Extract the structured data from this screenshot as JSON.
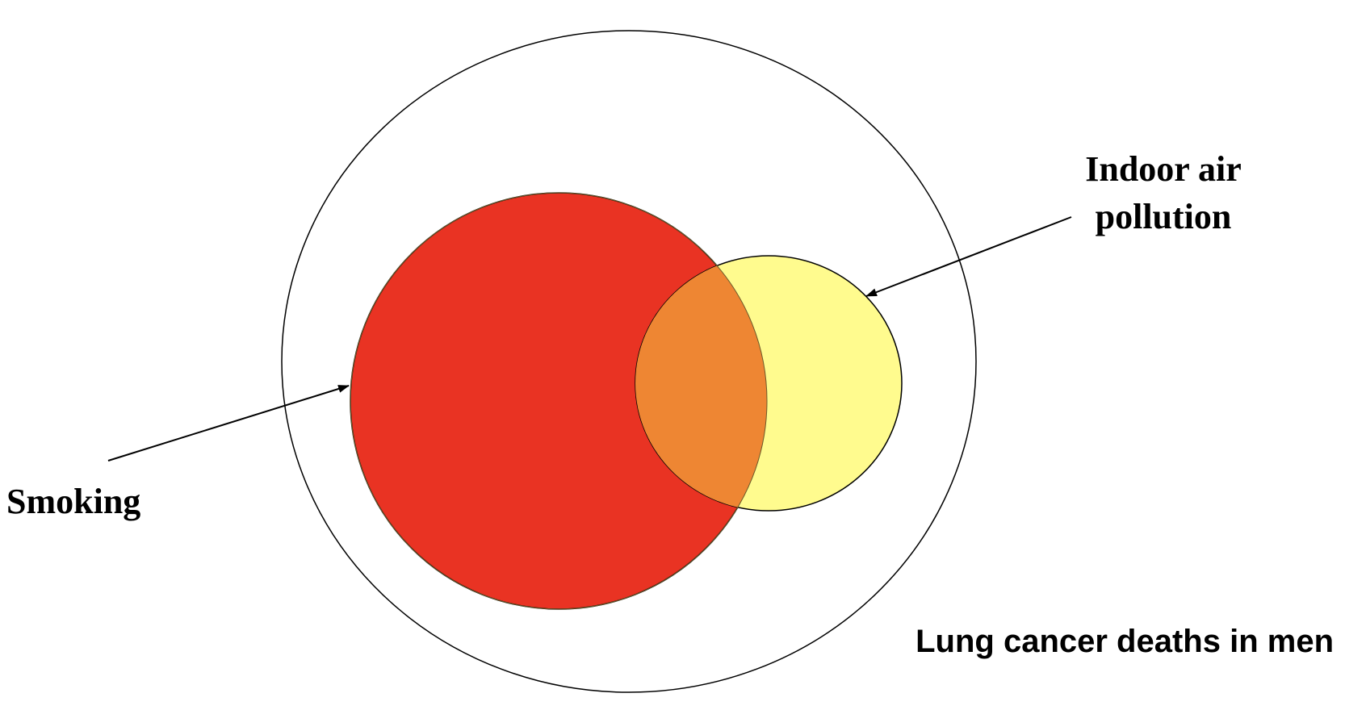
{
  "labels": {
    "smoking": "Smoking",
    "indoor_air_line1": "Indoor air",
    "indoor_air_line2": "pollution",
    "lung_cancer": "Lung cancer deaths in men"
  },
  "colors": {
    "smoking_fill": "#E93323",
    "indoor_air_fill": "#FFFB8E",
    "overlap_fill": "#EE8633",
    "outline": "#000000",
    "background": "#FFFFFF"
  }
}
